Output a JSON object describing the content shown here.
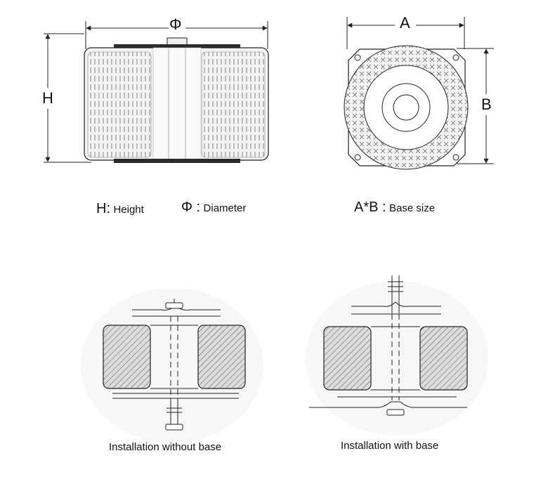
{
  "dimension_labels": {
    "phi": "Φ",
    "a": "A",
    "b": "B",
    "h": "H"
  },
  "legend": {
    "h_symbol": "H:",
    "h_text": "Height",
    "phi_symbol": "Φ :",
    "phi_text": "Diameter",
    "ab_symbol": "A*B :",
    "ab_text": "Base size"
  },
  "captions": {
    "without_base": "Installation without base",
    "with_base": "Installation with base"
  },
  "colors": {
    "line": "#222222",
    "coil_fill": "#f2f2f2",
    "hatch_fill": "#d9d9d9",
    "base_plate": "#2a2a2a"
  }
}
